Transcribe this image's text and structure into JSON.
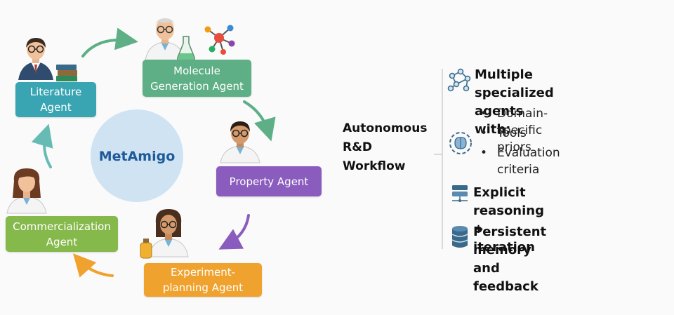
{
  "hub": {
    "label": "MetAmigo"
  },
  "agents": {
    "molecule": {
      "line1": "Molecule",
      "line2": "Generation Agent"
    },
    "literature": {
      "line1": "Literature",
      "line2": "Agent"
    },
    "property": {
      "line1": "Property Agent"
    },
    "commercialization": {
      "line1": "Commercialization",
      "line2": "Agent"
    },
    "experiment": {
      "line1": "Experiment-",
      "line2": "planning Agent"
    }
  },
  "center_title": {
    "line1": "Autonomous",
    "line2": "R&D",
    "line3": "Workflow"
  },
  "features": {
    "multi": {
      "line1": "Multiple specialized agents",
      "line2": "with:"
    },
    "bullets": [
      "Domain-specific priors",
      "Tools",
      "Evaluation criteria"
    ],
    "reasoning": "Explicit reasoning + iteration",
    "memory": {
      "line1": "Persistent memory and",
      "line2": "feedback"
    }
  },
  "icons": [
    "scientist-icon",
    "molecule-icon",
    "flask-icon",
    "books-icon",
    "network-icon",
    "brain-gear-icon",
    "server-icon",
    "database-icon"
  ],
  "colors": {
    "teal": "#3aa5b2",
    "green": "#5eaf86",
    "purple": "#8a5cbd",
    "lime": "#86b94b",
    "orange": "#f0a22f",
    "hub": "#cfe3f3",
    "hub_text": "#1f5a9a"
  }
}
